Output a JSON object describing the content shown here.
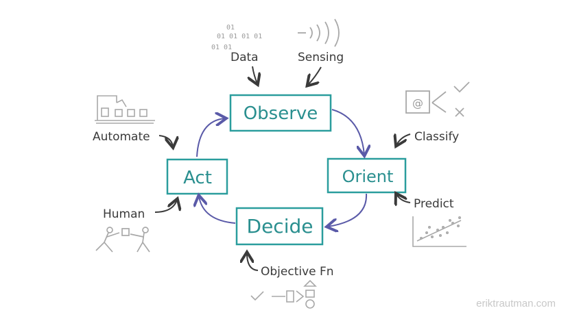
{
  "nodes": {
    "observe": "Observe",
    "orient": "Orient",
    "decide": "Decide",
    "act": "Act"
  },
  "inputs": {
    "data": "Data",
    "sensing": "Sensing",
    "classify": "Classify",
    "predict": "Predict",
    "objective": "Objective Fn",
    "human": "Human",
    "automate": "Automate"
  },
  "binary_rows": [
    "01",
    "01 01 01 01",
    "01 01"
  ],
  "watermark": "eriktrautman.com",
  "colors": {
    "box": "#2a9d9d",
    "cycle_arrow": "#5a5aa8",
    "ink": "#3a3a3a",
    "icon": "#a8a8a8"
  }
}
